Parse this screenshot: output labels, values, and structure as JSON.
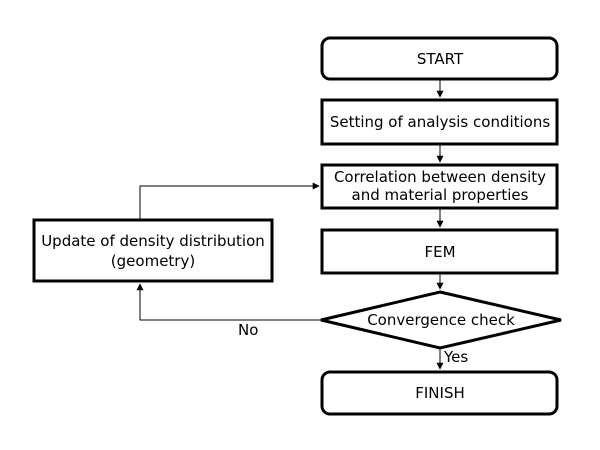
{
  "diagram": {
    "nodes": {
      "start": "START",
      "setting": "Setting of analysis conditions",
      "correlation_line1": "Correlation between density",
      "correlation_line2": "and material properties",
      "fem": "FEM",
      "convergence": "Convergence check",
      "update_line1": "Update of density distribution",
      "update_line2": "(geometry)",
      "finish": "FINISH"
    },
    "edges": {
      "no_label": "No",
      "yes_label": "Yes"
    }
  },
  "colors": {
    "stroke": "#000000",
    "background": "#ffffff"
  }
}
